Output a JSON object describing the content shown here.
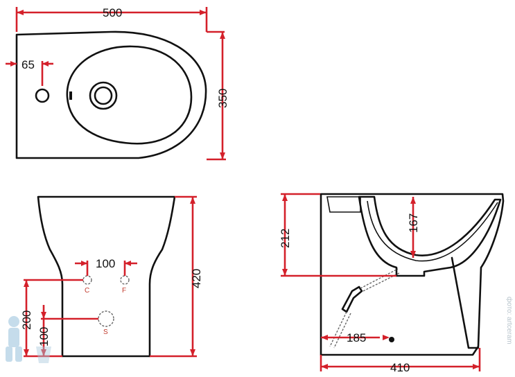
{
  "top_view": {
    "width_dim": "500",
    "depth_dim": "350",
    "hole_offset_dim": "65"
  },
  "front_view": {
    "height_dim": "420",
    "spacing_dim": "100",
    "hole_height_dim": "200",
    "drain_height_dim": "100",
    "hole_c_label": "C",
    "hole_f_label": "F",
    "drain_s_label": "S"
  },
  "side_view": {
    "rim_dim": "212",
    "bowl_depth_dim": "167",
    "drain_offset_dim": "185",
    "length_dim": "410"
  },
  "watermark": {
    "text": "фото: artceram",
    "icon": "plumber-mascot-icon"
  },
  "colors": {
    "dimension_lines": "#d4202a",
    "outline": "#111111"
  }
}
